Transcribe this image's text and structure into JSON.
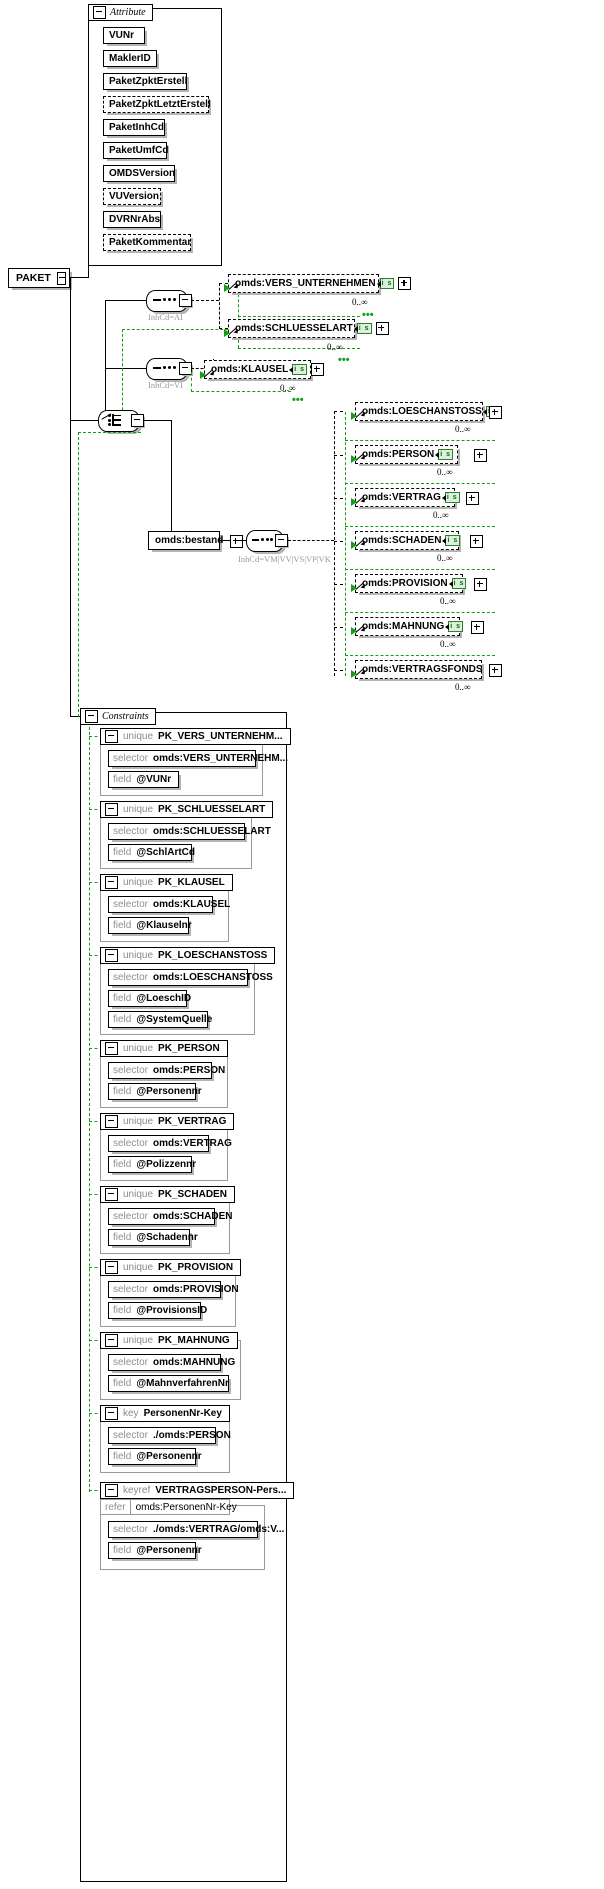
{
  "diagram": {
    "type": "xml-schema-diagram",
    "root": {
      "label": "PAKET"
    },
    "attribute_group": {
      "title": "Attribute",
      "items": [
        {
          "label": "VUNr",
          "optional": false
        },
        {
          "label": "MaklerID",
          "optional": false
        },
        {
          "label": "PaketZpktErstell",
          "optional": false
        },
        {
          "label": "PaketZpktLetztErstell",
          "optional": true
        },
        {
          "label": "PaketInhCd",
          "optional": false
        },
        {
          "label": "PaketUmfCd",
          "optional": false
        },
        {
          "label": "OMDSVersion",
          "optional": false
        },
        {
          "label": "VUVersion",
          "optional": true
        },
        {
          "label": "DVRNrAbs",
          "optional": false
        },
        {
          "label": "PaketKommentar",
          "optional": true
        }
      ]
    },
    "compositors": [
      {
        "kind": "sequence",
        "label": "InhCd=AI"
      },
      {
        "kind": "sequence",
        "label": "InhCd=VI"
      },
      {
        "kind": "choice",
        "label": ""
      },
      {
        "kind": "sequence",
        "label": "InhCd=VM|VV|VS|VP|VK"
      }
    ],
    "elements": [
      {
        "label": "omds:VERS_UNTERNEHMEN",
        "badge": "i s",
        "occurrence": "0..∞",
        "expander": "plus"
      },
      {
        "label": "omds:SCHLUESSELART",
        "badge": "i s",
        "occurrence": "0..∞",
        "expander": "plus"
      },
      {
        "label": "omds:KLAUSEL",
        "badge": "i s",
        "occurrence": "0..∞",
        "expander": "plus"
      },
      {
        "label": "omds:bestand",
        "badge": "",
        "occurrence": "",
        "expander": "none"
      },
      {
        "label": "omds:LOESCHANSTOSS",
        "badge": "i s",
        "occurrence": "0..∞",
        "expander": "plus"
      },
      {
        "label": "omds:PERSON",
        "badge": "i s",
        "occurrence": "0..∞",
        "expander": "plus"
      },
      {
        "label": "omds:VERTRAG",
        "badge": "i s",
        "occurrence": "0..∞",
        "expander": "plus"
      },
      {
        "label": "omds:SCHADEN",
        "badge": "i s",
        "occurrence": "0..∞",
        "expander": "plus"
      },
      {
        "label": "omds:PROVISION",
        "badge": "i s",
        "occurrence": "0..∞",
        "expander": "plus"
      },
      {
        "label": "omds:MAHNUNG",
        "badge": "i s",
        "occurrence": "0..∞",
        "expander": "plus"
      },
      {
        "label": "omds:VERTRAGSFONDS",
        "badge": "",
        "occurrence": "0..∞",
        "expander": "plus"
      }
    ],
    "constraints": {
      "title": "Constraints",
      "groups": [
        {
          "kind": "unique",
          "name": "PK_VERS_UNTERNEHM...",
          "selector_kind": "selector",
          "selector": "omds:VERS_UNTERNEHM...",
          "field_kind": "field",
          "field": "@VUNr"
        },
        {
          "kind": "unique",
          "name": "PK_SCHLUESSELART",
          "selector_kind": "selector",
          "selector": "omds:SCHLUESSELART",
          "field_kind": "field",
          "field": "@SchlArtCd"
        },
        {
          "kind": "unique",
          "name": "PK_KLAUSEL",
          "selector_kind": "selector",
          "selector": "omds:KLAUSEL",
          "field_kind": "field",
          "field": "@Klauselnr"
        },
        {
          "kind": "unique",
          "name": "PK_LOESCHANSTOSS",
          "selector_kind": "selector",
          "selector": "omds:LOESCHANSTOSS",
          "field_kind": "field",
          "field": "@LoeschID",
          "field2_kind": "field",
          "field2": "@SystemQuelle"
        },
        {
          "kind": "unique",
          "name": "PK_PERSON",
          "selector_kind": "selector",
          "selector": "omds:PERSON",
          "field_kind": "field",
          "field": "@Personennr"
        },
        {
          "kind": "unique",
          "name": "PK_VERTRAG",
          "selector_kind": "selector",
          "selector": "omds:VERTRAG",
          "field_kind": "field",
          "field": "@Polizzennr"
        },
        {
          "kind": "unique",
          "name": "PK_SCHADEN",
          "selector_kind": "selector",
          "selector": "omds:SCHADEN",
          "field_kind": "field",
          "field": "@Schadennr"
        },
        {
          "kind": "unique",
          "name": "PK_PROVISION",
          "selector_kind": "selector",
          "selector": "omds:PROVISION",
          "field_kind": "field",
          "field": "@ProvisionsID"
        },
        {
          "kind": "unique",
          "name": "PK_MAHNUNG",
          "selector_kind": "selector",
          "selector": "omds:MAHNUNG",
          "field_kind": "field",
          "field": "@MahnverfahrenNr"
        },
        {
          "kind": "key",
          "name": "PersonenNr-Key",
          "selector_kind": "selector",
          "selector": "./omds:PERSON",
          "field_kind": "field",
          "field": "@Personennr"
        },
        {
          "kind": "keyref",
          "name": "VERTRAGSPERSON-Pers...",
          "refer_kind": "refer",
          "refer": "omds:PersonenNr-Key",
          "selector_kind": "selector",
          "selector": "./omds:VERTRAG/omds:V...",
          "field_kind": "field",
          "field": "@Personennr"
        }
      ]
    },
    "colors": {
      "line": "#000000",
      "green": "#12a012",
      "badge_bg": "#d9f2d9",
      "badge_border": "#2f7d32",
      "muted": "#9a9a9a",
      "shadow": "#b4b4b4"
    }
  }
}
